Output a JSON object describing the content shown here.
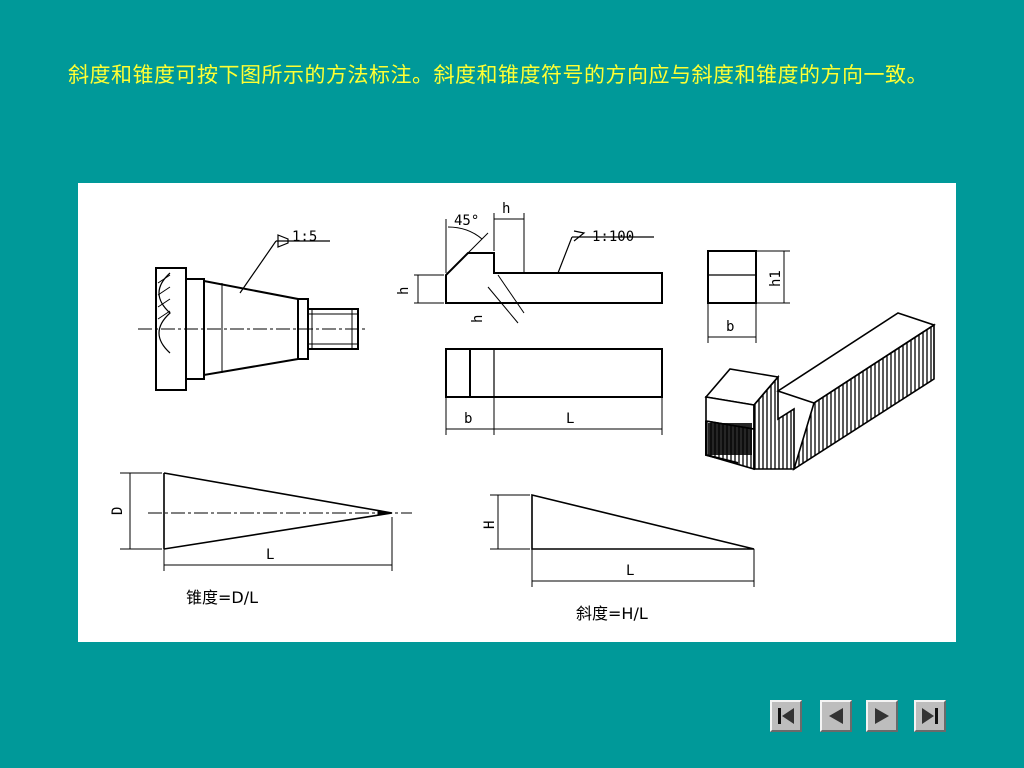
{
  "slide": {
    "caption": "斜度和锥度可按下图所示的方法标注。斜度和锥度符号的方向应与斜度和锥度的方向一致。"
  },
  "figure": {
    "taper_ratio": "1:5",
    "slope_ratio": "1:100",
    "angle": "45°",
    "dim_h": "h",
    "dim_h1": "h1",
    "dim_b": "b",
    "dim_L": "L",
    "dim_D": "D",
    "dim_H": "H",
    "taper_formula": "锥度=D/L",
    "slope_formula": "斜度=H/L"
  },
  "navigation": {
    "first_icon": "first-page-icon",
    "prev_icon": "previous-page-icon",
    "next_icon": "next-page-icon",
    "last_icon": "last-page-icon"
  },
  "colors": {
    "background": "#009999",
    "caption": "#ffff33",
    "figure_bg": "#ffffff"
  }
}
